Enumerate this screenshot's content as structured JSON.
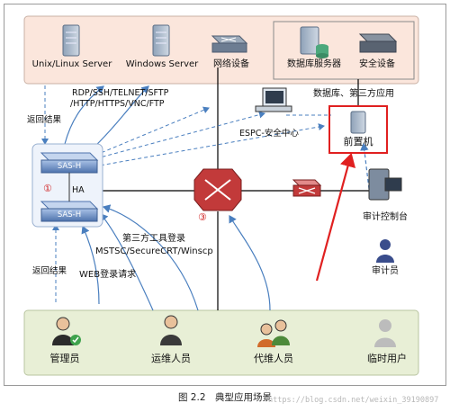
{
  "servers_row": {
    "unix": "Unix/Linux Server",
    "windows": "Windows Server",
    "network": "网络设备",
    "database": "数据库服务器",
    "security": "安全设备"
  },
  "protocols": {
    "line1": "RDP/SSH/TELNET/SFTP",
    "line2": "/HTTP/HTTPS/VNC/FTP"
  },
  "db_third_party": "数据库、第三方应用",
  "front_machine": "前置机",
  "espc": "ESPC-安全中心",
  "sas": {
    "top": "SAS-H",
    "bottom": "SAS-H",
    "ha": "HA",
    "marker": "①"
  },
  "switch_marker": "③",
  "return_result_top": "返回结果",
  "return_result_bottom": "返回结果",
  "third_party_tools": {
    "line1": "第三方工具登录",
    "line2": "MSTSC/SecureCRT/Winscp"
  },
  "web_login": "WEB登录请求",
  "audit_console": "审计控制台",
  "auditor": "审计员",
  "users_row": {
    "admin": "管理员",
    "ops": "运维人员",
    "agent": "代维人员",
    "temp": "临时用户"
  },
  "caption": "图 2.2　典型应用场景",
  "watermark": "https://blog.csdn.net/weixin_39190897",
  "colors": {
    "top_band": "#fbe6dc",
    "bottom_band": "#e8efd6",
    "arrow_blue": "#4a7fbf",
    "highlight_red": "#e02020",
    "sas_blue": "#5d84bd"
  }
}
